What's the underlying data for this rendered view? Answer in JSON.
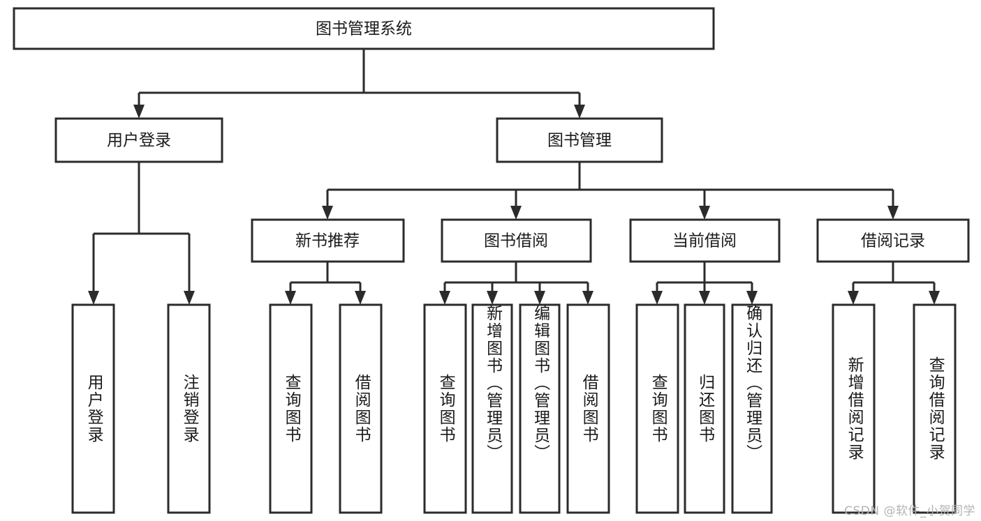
{
  "diagram": {
    "title": "图书管理系统",
    "type": "tree-hierarchy",
    "colors": {
      "stroke": "#2b2b2b",
      "fill": "#ffffff",
      "text": "#1a1a1a",
      "watermark": "#b3b3b3"
    },
    "root": {
      "label": "图书管理系统"
    },
    "level2": [
      {
        "label": "用户登录"
      },
      {
        "label": "图书管理"
      }
    ],
    "level3": [
      {
        "label": "新书推荐"
      },
      {
        "label": "图书借阅"
      },
      {
        "label": "当前借阅"
      },
      {
        "label": "借阅记录"
      }
    ],
    "leaves": {
      "user_login": [
        {
          "label": "用户登录"
        },
        {
          "label": "注销登录"
        }
      ],
      "new_book_recommend": [
        {
          "label": "查询图书"
        },
        {
          "label": "借阅图书"
        }
      ],
      "book_borrow": [
        {
          "label": "查询图书"
        },
        {
          "label": "新增图书（管理员）"
        },
        {
          "label": "编辑图书（管理员）"
        },
        {
          "label": "借阅图书"
        }
      ],
      "current_borrow": [
        {
          "label": "查询图书"
        },
        {
          "label": "归还图书"
        },
        {
          "label": "确认归还（管理员）"
        }
      ],
      "borrow_record": [
        {
          "label": "新增借阅记录"
        },
        {
          "label": "查询借阅记录"
        }
      ]
    }
  },
  "watermark": {
    "text": "CSDN @软件_小贺同学"
  }
}
